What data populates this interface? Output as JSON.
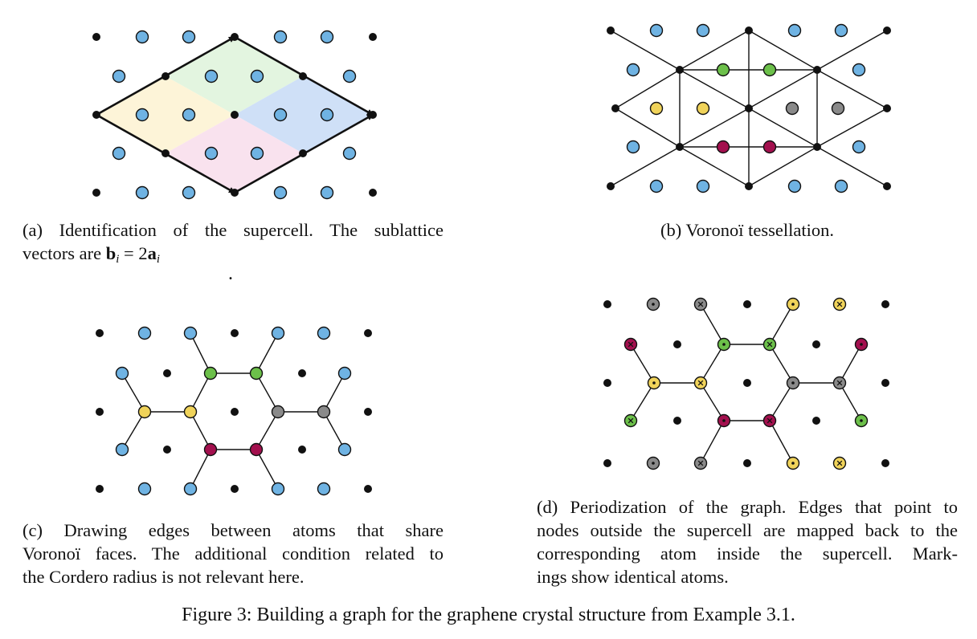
{
  "panels": {
    "a": {
      "caption_line1": "(a) Identification of the supercell.  The sublattice",
      "caption_line2_prefix": "vectors are ",
      "caption_math_b": "b",
      "caption_math_sub_i": "i",
      "caption_math_eq": " = 2",
      "caption_math_a": "a",
      "caption_math_sub_i2": "i"
    },
    "b": {
      "caption": "(b) Voronoï tessellation."
    },
    "c": {
      "caption_lines": [
        "(c) Drawing edges between atoms that share",
        "Voronoï faces. The additional condition related to",
        "the Cordero radius is not relevant here."
      ]
    },
    "d": {
      "caption_lines": [
        "(d) Periodization of the graph. Edges that point to",
        "nodes outside the supercell are mapped back to the",
        "corresponding atom inside the supercell.  Mark-",
        "ings show identical atoms."
      ]
    }
  },
  "figure_caption": "Figure 3: Building a graph for the graphene crystal structure from Example 3.1.",
  "stray_mark": ".",
  "colors": {
    "blue": "#6fb3e3",
    "green": "#6cc04a",
    "yellow": "#f0d35a",
    "gray": "#8a8a8a",
    "crimson": "#a3104e",
    "black": "#111111",
    "region_green": "#e3f5e0",
    "region_yellow": "#fdf4d8",
    "region_blue": "#cfe0f7",
    "region_pink": "#f9e2ee"
  }
}
